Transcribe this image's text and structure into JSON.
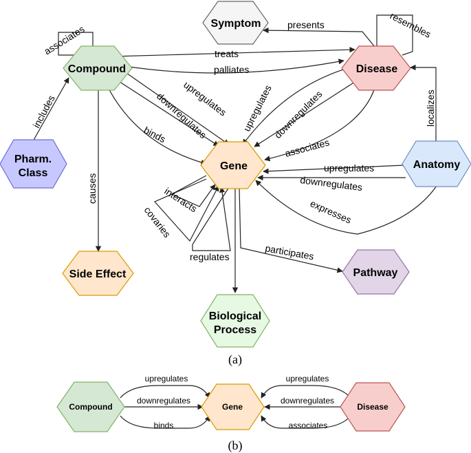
{
  "colors": {
    "compound_fill": "#d5e8d4",
    "compound_stroke": "#82b366",
    "disease_fill": "#f8cecc",
    "disease_stroke": "#b85450",
    "symptom_fill": "#f5f5f5",
    "symptom_stroke": "#666666",
    "gene_fill": "#ffe6cc",
    "gene_stroke": "#d79b00",
    "pharm_fill": "#c7c8ff",
    "pharm_stroke": "#6c6cd8",
    "anatomy_fill": "#dae8fc",
    "anatomy_stroke": "#6c8ebf",
    "side_fill": "#ffe6cc",
    "side_stroke": "#d79b00",
    "pathway_fill": "#e1d5e7",
    "pathway_stroke": "#9673a6",
    "bio_fill": "#e6f9e3",
    "bio_stroke": "#82b366",
    "edge": "#222222"
  },
  "diagram_a": {
    "nodes": {
      "symptom": "Symptom",
      "compound": "Compound",
      "disease": "Disease",
      "gene": "Gene",
      "pharm_line1": "Pharm.",
      "pharm_line2": "Class",
      "anatomy": "Anatomy",
      "side_effect": "Side Effect",
      "pathway": "Pathway",
      "bio_line1": "Biological",
      "bio_line2": "Process"
    },
    "edges": {
      "associates_compound": "associates",
      "treats": "treats",
      "palliates": "palliates",
      "presents": "presents",
      "resembles": "resembles",
      "includes": "includes",
      "causes": "causes",
      "upregulates_cg": "upregulates",
      "downregulates_cg": "downregulates",
      "binds": "binds",
      "upregulates_dg": "upregulates",
      "downregulates_dg": "downregulates",
      "associates_dg": "associates",
      "localizes": "localizes",
      "upregulates_ag": "upregulates",
      "downregulates_ag": "downregulates",
      "expresses": "expresses",
      "interacts": "interacts",
      "covaries": "covaries",
      "regulates": "regulates",
      "participates": "participates"
    },
    "caption": "(a)"
  },
  "diagram_b": {
    "nodes": {
      "compound": "Compound",
      "gene": "Gene",
      "disease": "Disease"
    },
    "edges": {
      "upregulates_left": "upregulates",
      "downregulates_left": "downregulates",
      "binds": "binds",
      "upregulates_right": "upregulates",
      "downregulates_right": "downregulates",
      "associates": "associates"
    },
    "caption": "(b)"
  }
}
